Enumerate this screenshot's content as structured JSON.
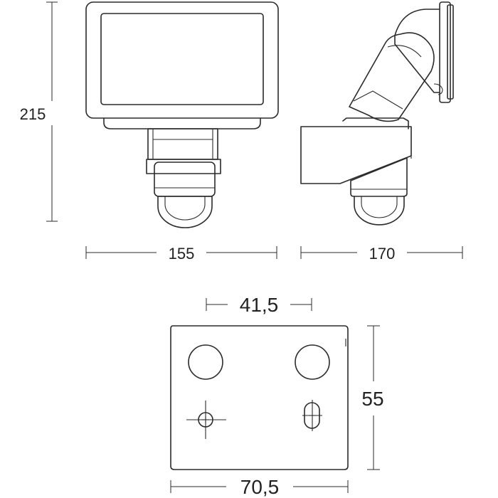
{
  "dimensions": {
    "height_front": "215",
    "width_front": "155",
    "width_side": "170",
    "plate_hole_spacing": "41,5",
    "plate_height": "55",
    "plate_width": "70,5"
  },
  "colors": {
    "line": "#2b2b2b",
    "background": "#ffffff"
  }
}
